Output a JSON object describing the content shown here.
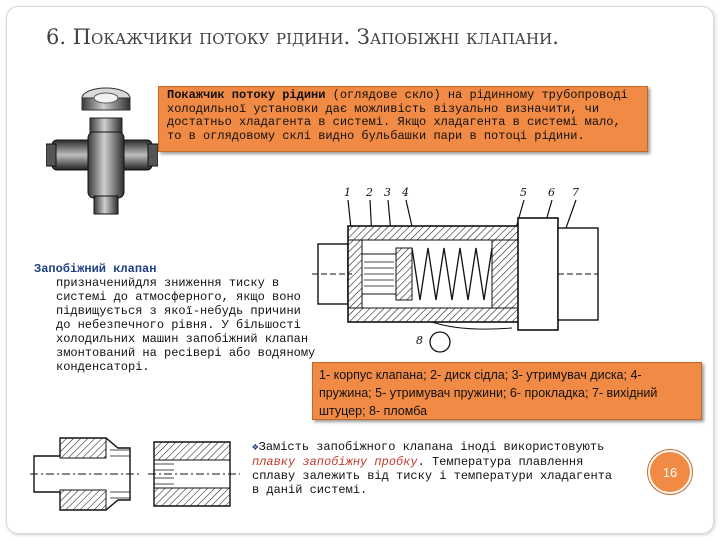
{
  "slide": {
    "title": "6. Покажчики потоку рідини. Запобіжні клапани.",
    "page_number": "16"
  },
  "flow_indicator": {
    "term": "Покажчик потоку рідини",
    "text": " (оглядове скло) на рідинному трубопроводі холодильної установки дає можливість візуально визначити, чи достатньо хладагента в системі. Якщо хладагента в системі мало, то в оглядовому склі видно бульбашки пари в потоці рідини."
  },
  "safety_valve": {
    "term": "Запобіжний клапан",
    "text": "призначенийдля зниження тиску в системі до атмосферного, якщо воно підвищується з якої-небудь причини до небезпечного рівня. У більшості холодильних машин запобіжний клапан змонтований на ресівері або водяному конденсаторі."
  },
  "valve_diagram": {
    "labels": [
      "1",
      "2",
      "3",
      "4",
      "5",
      "6",
      "7"
    ]
  },
  "valve_legend": {
    "text": "1- корпус клапана; 2- диск сідла; 3- утримувач диска; 4- пружина; 5- утримувач пружини; 6- прокладка; 7- вихідний штуцер; 8- пломба"
  },
  "fusible_plug": {
    "bullet": "❖",
    "text_before": "Замість запобіжного клапана іноді використовують ",
    "highlight": "плавку запобіжну пробку",
    "text_after": ". Температура плавлення сплаву залежить від тиску і температури хладагента в даній системі."
  },
  "colors": {
    "accent_orange": "#f08a44",
    "heading_blue": "#1f3f85",
    "highlight_red": "#c0392b",
    "title_gray": "#404040"
  },
  "icons": {
    "sight_glass_photo": "sight-glass-photo",
    "valve_section": "valve-cross-section",
    "plug_drawing": "fusible-plug-drawing"
  }
}
